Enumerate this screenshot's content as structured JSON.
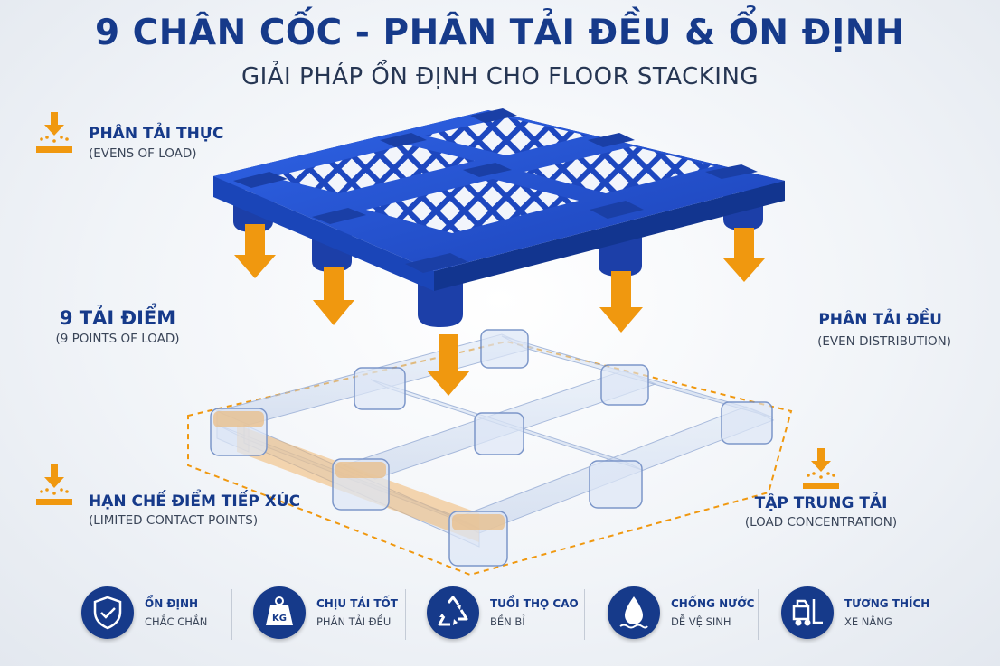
{
  "header": {
    "title": "9 CHÂN CỐC - PHÂN TẢI ĐỀU & ỔN ĐỊNH",
    "subtitle": "GIẢI PHÁP ỔN ĐỊNH CHO FLOOR STACKING"
  },
  "callouts": {
    "load_actual": {
      "title": "PHÂN TẢI THỰC",
      "sub": "(EVENS OF LOAD)",
      "icon": "load-down-icon"
    },
    "nine_points": {
      "title": "9 TẢI ĐIỂM",
      "sub": "(9 POINTS OF LOAD)"
    },
    "even_dist": {
      "title": "PHÂN TẢI ĐỀU",
      "sub": "(EVEN DISTRIBUTION)"
    },
    "limited_contact": {
      "title": "HẠN CHẾ ĐIỂM TIẾP XÚC",
      "sub": "(LIMITED CONTACT POINTS)",
      "icon": "load-down-icon"
    },
    "concentration": {
      "title": "TẬP TRUNG TẢI",
      "sub": "(LOAD CONCENTRATION)",
      "icon": "load-down-icon"
    }
  },
  "features": [
    {
      "icon": "shield-check-icon",
      "title": "ỔN ĐỊNH",
      "sub": "CHẮC CHẮN"
    },
    {
      "icon": "weight-kg-icon",
      "title": "CHỊU TẢI TỐT",
      "sub": "PHÂN TẢI ĐỀU",
      "icon_text": "KG"
    },
    {
      "icon": "recycle-icon",
      "title": "TUỔI THỌ CAO",
      "sub": "BỀN BỈ"
    },
    {
      "icon": "water-drop-icon",
      "title": "CHỐNG NƯỚC",
      "sub": "DỄ VỆ SINH"
    },
    {
      "icon": "forklift-icon",
      "title": "TƯƠNG THÍCH",
      "sub": "XE NÂNG"
    }
  ],
  "colors": {
    "brand_blue": "#163a8a",
    "pallet_blue": "#1f4fd0",
    "arrow_orange": "#f0980f"
  }
}
